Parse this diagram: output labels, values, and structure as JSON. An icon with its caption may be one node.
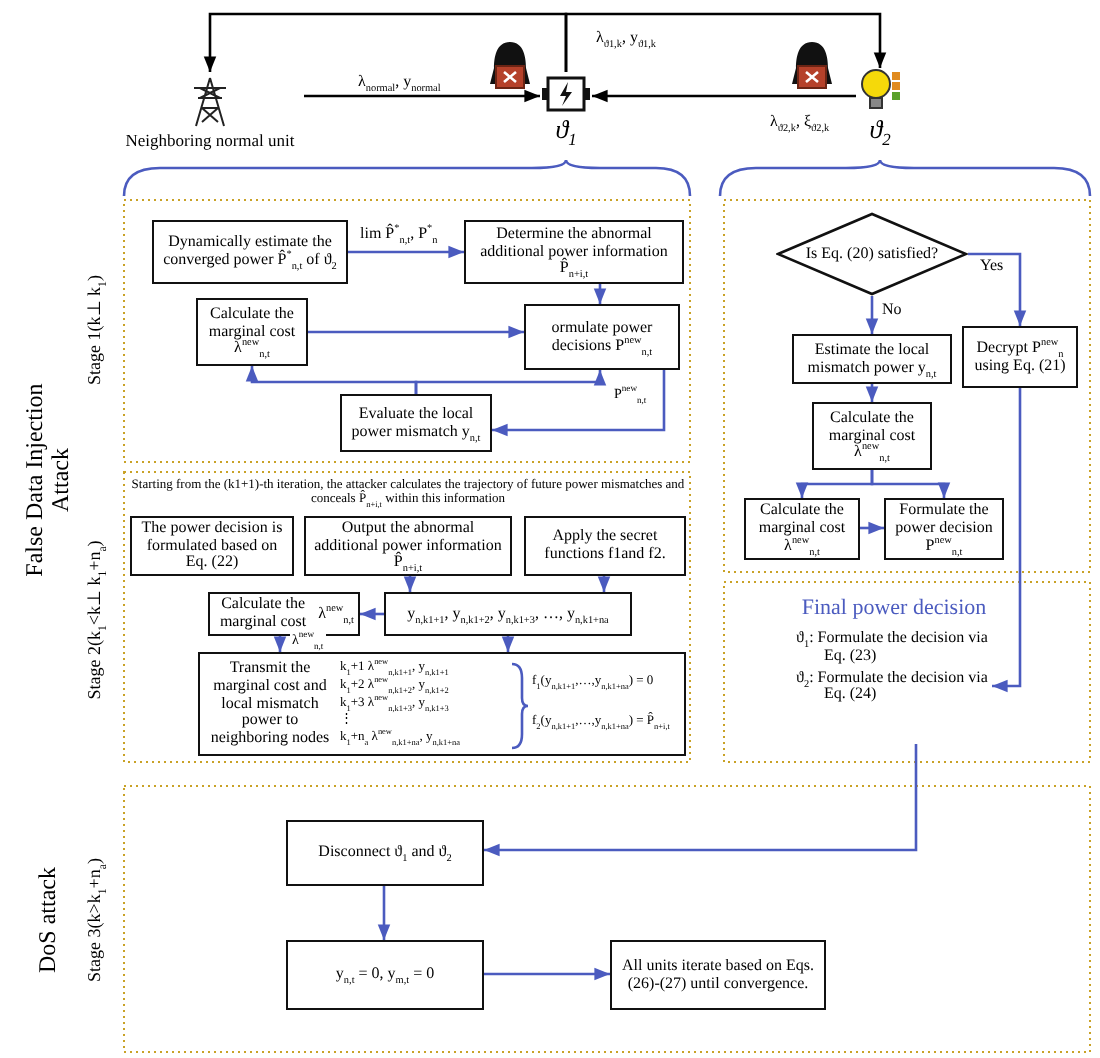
{
  "diagram": {
    "nodes": [
      {
        "text": [
          "Neighboring normal unit"
        ]
      },
      {
        "text": [
          "ϑ$_{1}$"
        ]
      },
      {
        "text": [
          "ϑ$_{2}$"
        ]
      },
      {
        "text": [
          "Dynamically estimate the converged power P̂$^{*}$$_{n,t}$ of ϑ$_{2}$"
        ]
      },
      {
        "text": [
          "Determine the abnormal additional power information P̂$_{n+i,t}$"
        ]
      },
      {
        "text": [
          "Calculate the marginal cost λ$^{new}$$_{n,t}$"
        ]
      },
      {
        "text": [
          "ormulate power decisions P$^{new}$$_{n,t}$"
        ]
      },
      {
        "text": [
          "Evaluate the local power mismatch y$_{n,t}$"
        ]
      },
      {
        "text": [
          "The power decision is formulated based on Eq. (22)"
        ]
      },
      {
        "text": [
          "Output the abnormal additional power information P̂$_{n+i,t}$"
        ]
      },
      {
        "text": [
          "Apply the secret functions f1and f2."
        ]
      },
      {
        "text": [
          "Calculate the marginal cost",
          "λ$^{new}$$_{n,t}$"
        ]
      },
      {
        "text": [
          "y$_{n,k1+1}$, y$_{n,k1+2}$, y$_{n,k1+3}$, …, y$_{n,k1+na}$"
        ]
      },
      {
        "text": [
          "Transmit the marginal cost and local mismatch power to neighboring nodes",
          "k$_{1}$+1 λ$^{new}$$_{n,k1+1}$, y$_{n,k1+1}$",
          "k$_{1}$+2 λ$^{new}$$_{n,k1+2}$, y$_{n,k1+2}$",
          "k$_{1}$+3 λ$^{new}$$_{n,k1+3}$, y$_{n,k1+3}$",
          "⋮",
          "k$_{1}$+n$_{a}$ λ$^{new}$$_{n,k1+na}$, y$_{n,k1+na}$",
          "f$_{1}$(y$_{n,k1+1}$,…,y$_{n,k1+na}$) = 0",
          "f$_{2}$(y$_{n,k1+1}$,…,y$_{n,k1+na}$) = P̂$_{n+i,t}$"
        ]
      },
      {
        "text": [
          "Is Eq. (20) satisfied?"
        ]
      },
      {
        "text": [
          "Estimate the local mismatch power y$_{n,t}$"
        ]
      },
      {
        "text": [
          "Decrypt P$^{new}$$_{n}$ using Eq. (21)"
        ]
      },
      {
        "text": [
          "Calculate the marginal cost λ$^{new}$$_{n,t}$"
        ]
      },
      {
        "text": [
          "Calculate the marginal cost λ$^{new}$$_{n,t}$"
        ]
      },
      {
        "text": [
          "Formulate the power decision P$^{new}$$_{n,t}$"
        ]
      },
      {
        "text": [
          "Final power decision",
          "ϑ$_{1}$: Formulate the decision via Eq. (23)",
          "ϑ$_{2}$: Formulate the decision via Eq. (24)"
        ]
      },
      {
        "text": [
          "Disconnect ϑ$_{1}$ and ϑ$_{2}$"
        ]
      },
      {
        "text": [
          "y$_{n,t}$ = 0, y$_{m,t}$ = 0"
        ]
      },
      {
        "text": [
          "All units iterate based on Eqs. (26)-(27) until convergence."
        ]
      }
    ],
    "edges": [
      {
        "from": 0,
        "to": 1,
        "arrow": "to",
        "label": "λ$_{normal}$, y$_{normal}$",
        "color": "#000000"
      },
      {
        "from": 2,
        "to": 1,
        "arrow": "to",
        "label": "λ$_{ϑ2,k}$, ξ$_{ϑ2,k}$",
        "color": "#000000"
      },
      {
        "from": 1,
        "to": 0,
        "arrow": "to",
        "color": "#000000"
      },
      {
        "from": 1,
        "to": 2,
        "arrow": "to",
        "label": "λ$_{ϑ1,k}$, y$_{ϑ1,k}$",
        "color": "#000000"
      },
      {
        "from": 3,
        "to": 4,
        "arrow": "to",
        "label": "lim P̂$^{*}$$_{n,t}$, P$^{*}$$_{n}$"
      },
      {
        "from": 4,
        "to": 6,
        "arrow": "to"
      },
      {
        "from": 5,
        "to": 6,
        "arrow": "to"
      },
      {
        "from": 7,
        "to": 5,
        "arrow": "to"
      },
      {
        "from": 7,
        "to": 6,
        "arrow": "to"
      },
      {
        "from": 6,
        "to": 7,
        "arrow": "to",
        "label": "P$^{new}$$_{n,t}$"
      },
      {
        "from": 9,
        "to": 12,
        "arrow": "to"
      },
      {
        "from": 10,
        "to": 12,
        "arrow": "to"
      },
      {
        "from": 12,
        "to": 11,
        "arrow": "to"
      },
      {
        "from": 11,
        "to": 13,
        "arrow": "to",
        "label": "λ$^{new}$$_{n,t}$"
      },
      {
        "from": 12,
        "to": 13,
        "arrow": "to"
      },
      {
        "from": 14,
        "to": 15,
        "arrow": "to",
        "label": "No"
      },
      {
        "from": 14,
        "to": 16,
        "arrow": "to",
        "label": "Yes"
      },
      {
        "from": 15,
        "to": 17,
        "arrow": "to"
      },
      {
        "from": 17,
        "to": 18,
        "arrow": "to"
      },
      {
        "from": 17,
        "to": 19,
        "arrow": "to"
      },
      {
        "from": 18,
        "to": 19,
        "arrow": "to"
      },
      {
        "from": 16,
        "to": 20,
        "arrow": "to"
      },
      {
        "from": 20,
        "to": 21,
        "arrow": "to"
      },
      {
        "from": 21,
        "to": 22,
        "arrow": "to"
      },
      {
        "from": 22,
        "to": 23,
        "arrow": "to"
      }
    ],
    "labels": [
      "False Data Injection Attack",
      "Stage 1(k⊥ k$_{1}$)",
      "Starting from the (k1+1)-th iteration, the attacker calculates the trajectory of future power mismatches and conceals P̂$_{n+i,t}$ within this information",
      "Stage 2(k$_{1}$<k⊥ k$_{1}$+n$_{a}$)",
      "DoS attack",
      "Stage 3(k>k$_{1}$+n$_{a}$)"
    ]
  }
}
